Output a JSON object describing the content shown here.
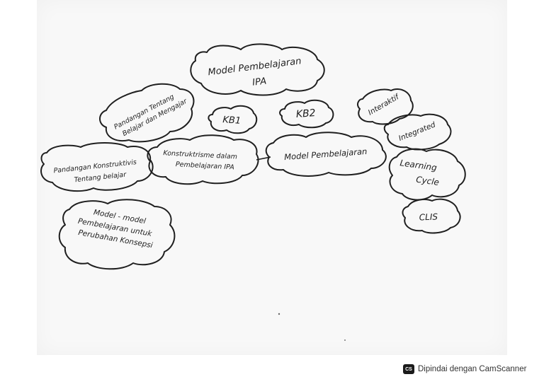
{
  "document": {
    "type": "hand-drawn concept map",
    "nodes": {
      "center": [
        "Model Pembelajaran",
        "IPA"
      ],
      "pandangan_belajar": [
        "Pandangan Tentang",
        "Belajar dan Mengajar"
      ],
      "kb1": "KB1",
      "kb2": "KB2",
      "konstruktivisme": [
        "Konstruktrisme dalam",
        "Pembelajaran IPA"
      ],
      "model_pembelajaran": "Model Pembelajaran",
      "pandangan_konstruktivisme": [
        "Pandangan Konstruktivis",
        "Tentang belajar"
      ],
      "model_model": [
        "Model - model",
        "Pembelajaran untuk",
        "Perubahan Konsepsi"
      ],
      "interaktif": "Interaktif",
      "integrated": "Integrated",
      "learning_cycle": [
        "Learning",
        "Cycle"
      ],
      "clis": "CLIS"
    }
  },
  "watermark": {
    "logo": "CS",
    "text": "Dipindai dengan CamScanner"
  }
}
